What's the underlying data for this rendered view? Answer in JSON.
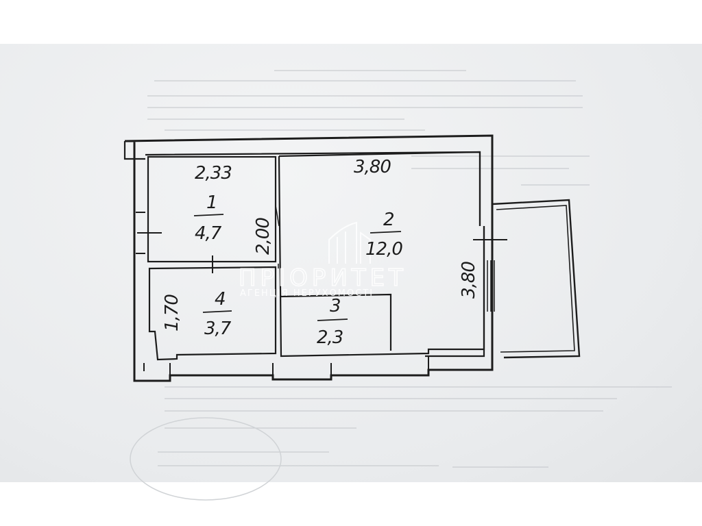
{
  "plan": {
    "overall_dims": {
      "top_left": "2,33",
      "top_right": "3,80"
    },
    "rooms": [
      {
        "number": "1",
        "area": "4,7",
        "dim": "2,00"
      },
      {
        "number": "2",
        "area": "12,0",
        "dim": "3,80"
      },
      {
        "number": "3",
        "area": "2,3"
      },
      {
        "number": "4",
        "area": "3,7",
        "dim": "1,70"
      }
    ]
  },
  "watermark": {
    "name": "ПРІОРИТЕТ",
    "tagline": "АГЕНЦІЯ НЕРУХОМОСТІ"
  },
  "colors": {
    "paper": "#eef0f2",
    "ink": "#1c1c1c",
    "watermark": "#ffffff"
  }
}
